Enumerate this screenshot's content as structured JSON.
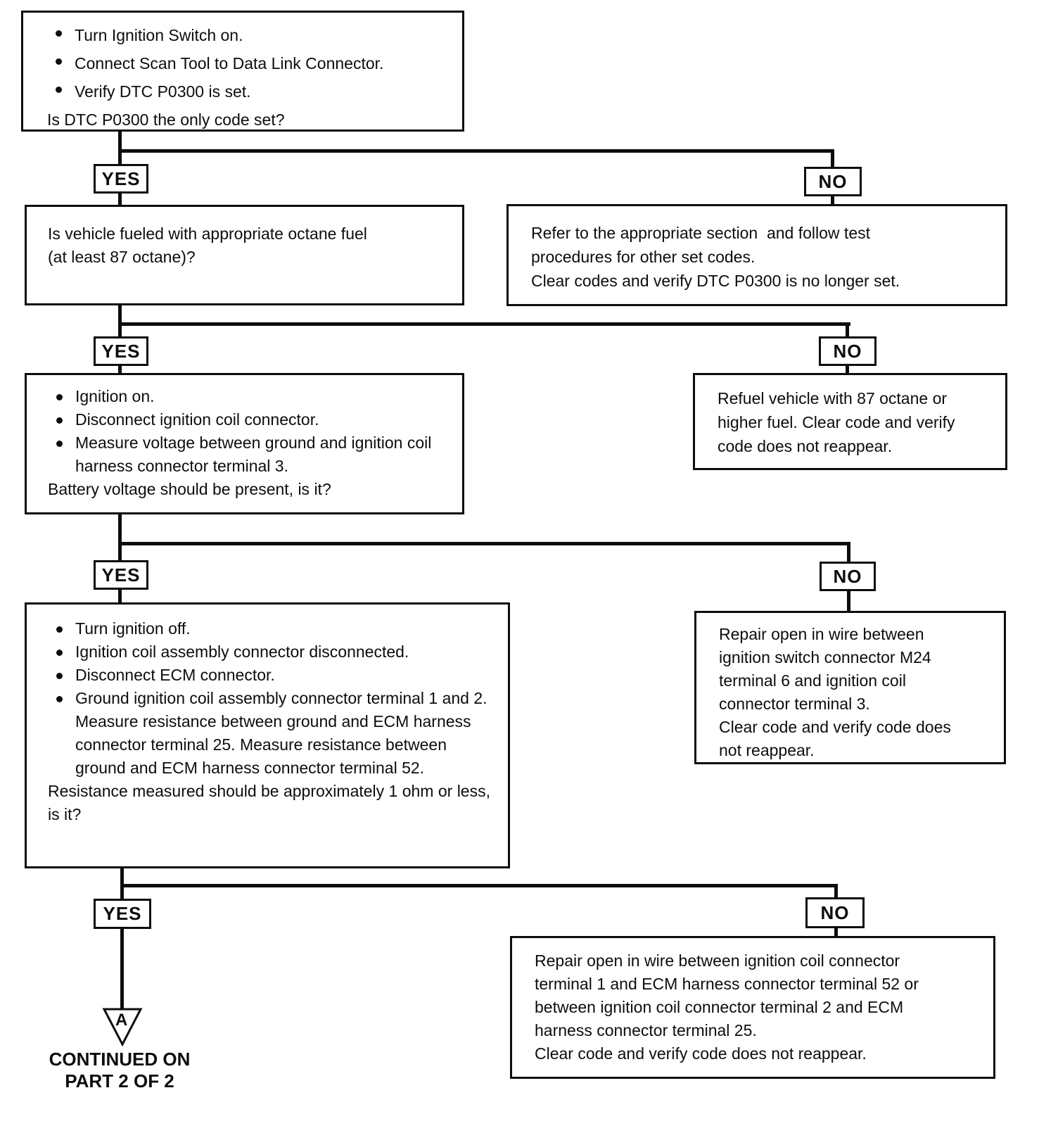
{
  "colors": {
    "ink": "#0d0d0d",
    "paper": "#ffffff"
  },
  "flow": {
    "yes_label": "YES",
    "no_label": "NO",
    "start": {
      "bullets": [
        "Turn Ignition Switch on.",
        "Connect Scan Tool to Data Link Connector.",
        "Verify DTC P0300 is set."
      ],
      "question": "Is DTC P0300 the only code set?"
    },
    "octane_question": {
      "lines": [
        "Is vehicle fueled with appropriate octane fuel",
        "(at least 87 octane)?"
      ]
    },
    "other_codes": {
      "lines": [
        "Refer to the appropriate section  and follow test",
        "procedures for other set codes.",
        "Clear codes and verify DTC P0300 is no longer set."
      ]
    },
    "voltage_check": {
      "bullets": [
        "Ignition on.",
        "Disconnect ignition coil connector.",
        "Measure voltage between ground and ignition coil harness connector terminal 3."
      ],
      "question": "Battery voltage should be present, is it?"
    },
    "refuel": {
      "lines": [
        "Refuel vehicle with 87 octane or",
        "higher fuel. Clear code and verify",
        "code does not reappear."
      ]
    },
    "resistance_check": {
      "bullets": [
        "Turn ignition off.",
        "Ignition coil assembly connector disconnected.",
        "Disconnect ECM connector.",
        "Ground ignition coil assembly connector terminal 1 and 2. Measure resistance between ground and ECM harness connector terminal 25. Measure resistance between ground and ECM harness connector terminal 52."
      ],
      "question": "Resistance measured should be approximately 1 ohm or less, is it?"
    },
    "repair_switch_wire": {
      "lines": [
        "Repair open in wire between",
        "ignition switch connector M24",
        "terminal 6 and ignition coil",
        "connector terminal 3.",
        "Clear code and verify code does",
        "not reappear."
      ]
    },
    "repair_coil_wire": {
      "lines": [
        "Repair open in wire between ignition coil connector",
        "terminal 1 and ECM harness connector terminal 52 or",
        "between ignition coil connector terminal 2 and ECM",
        "harness connector terminal 25.",
        "Clear code and verify code does not reappear."
      ]
    },
    "continuation": {
      "letter": "A",
      "caption": [
        "CONTINUED ON",
        "PART 2 OF 2"
      ]
    }
  }
}
